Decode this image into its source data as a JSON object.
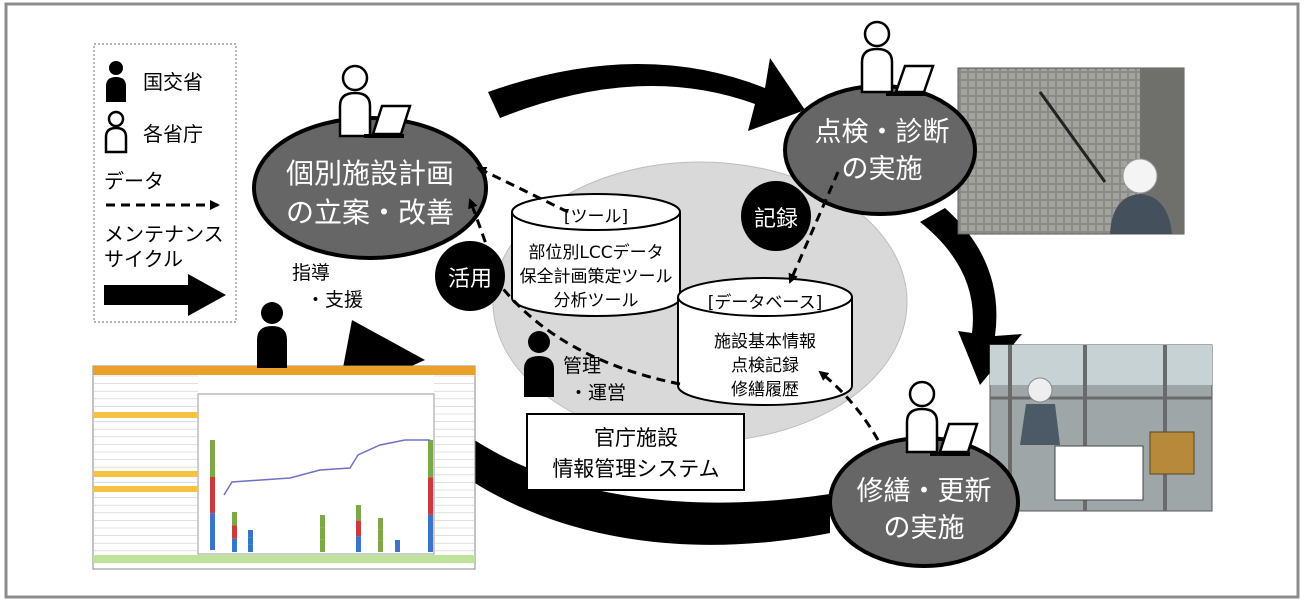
{
  "legend": {
    "mlit": "国交省",
    "ministries": "各省庁",
    "data": "データ",
    "cycle_line1": "メンテナンス",
    "cycle_line2": "サイクル"
  },
  "nodes": {
    "plan": {
      "line1": "個別施設計画",
      "line2": "の立案・改善"
    },
    "inspect": {
      "line1": "点検・診断",
      "line2": "の実施"
    },
    "repair": {
      "line1": "修繕・更新",
      "line2": "の実施"
    }
  },
  "badges": {
    "record": "記録",
    "use": "活用"
  },
  "guide": {
    "line1": "指導",
    "line2": "・支援"
  },
  "manage": {
    "line1": "管理",
    "line2": "・運営"
  },
  "tools": {
    "title": "[ツール]",
    "items": [
      "部位別LCCデータ",
      "保全計画策定ツール",
      "分析ツール"
    ]
  },
  "database": {
    "title": "[データベース]",
    "items": [
      "施設基本情報",
      "点検記録",
      "修繕履歴"
    ]
  },
  "system": {
    "line1": "官庁施設",
    "line2": "情報管理システム"
  },
  "colors": {
    "node_fill": "#666666",
    "ellipse_fill": "#d9d9d9",
    "arrow": "#000000",
    "frame": "#8c8c8c"
  },
  "icons": [
    "person-filled-icon",
    "person-outline-icon",
    "laptop-icon"
  ]
}
